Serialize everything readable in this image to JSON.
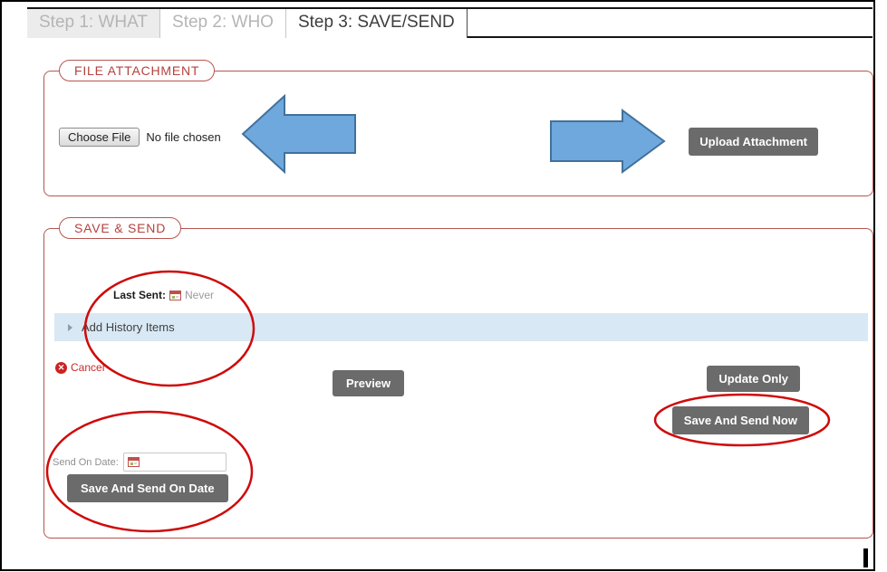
{
  "tabs": [
    {
      "label": "Step 1: WHAT"
    },
    {
      "label": "Step 2: WHO"
    },
    {
      "label": "Step 3: SAVE/SEND"
    }
  ],
  "file_attachment": {
    "legend": "FILE ATTACHMENT",
    "choose_file_label": "Choose File",
    "no_file_text": "No file chosen",
    "upload_button": "Upload Attachment"
  },
  "save_send": {
    "legend": "SAVE & SEND",
    "last_sent_label": "Last Sent:",
    "last_sent_value": "Never",
    "add_history_label": "Add History Items",
    "cancel_label": "Cancel",
    "preview_button": "Preview",
    "update_only_button": "Update Only",
    "save_send_now_button": "Save And Send Now",
    "send_on_date_label": "Send On Date:",
    "send_on_date_value": "",
    "save_send_on_date_button": "Save And Send On Date"
  },
  "icons": {
    "calendar": "calendar-icon",
    "cancel": "cancel-circle-x-icon",
    "collapse": "chevron-right-icon"
  },
  "colors": {
    "panel_border_red": "#b65551",
    "legend_red": "#b5413d",
    "annotation_red": "#cf0a0a",
    "annotation_blue_fill": "#6fa8dc",
    "annotation_blue_stroke": "#41719c",
    "button_gray": "#6b6b6b",
    "history_bar_blue": "#d9e8f5",
    "cancel_red": "#cc2a2a"
  }
}
